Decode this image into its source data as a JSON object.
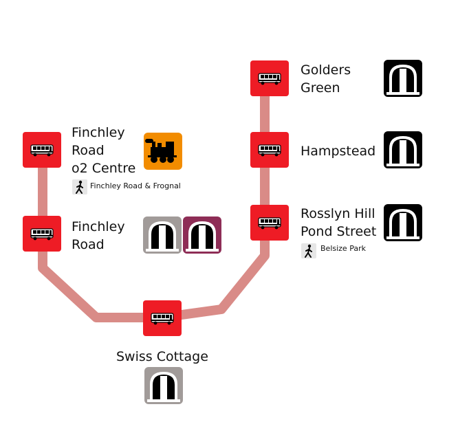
{
  "colors": {
    "route_line": "#d98b87",
    "bus_stop": "#ee1c25",
    "underground_icon_bg": "#000000",
    "jubilee_icon_bg": "#a19b99",
    "metropolitan_icon_bg": "#8e2d56",
    "rail_icon_bg": "#f28c00",
    "walk_icon_bg": "#e6e6e6"
  },
  "stops": [
    {
      "id": "golders-green",
      "name": "Golders\nGreen",
      "interchanges": [
        "underground-icon"
      ]
    },
    {
      "id": "hampstead",
      "name": "Hampstead",
      "interchanges": [
        "underground-icon"
      ]
    },
    {
      "id": "rosslyn-hill",
      "name": "Rosslyn Hill\nPond Street",
      "interchanges": [
        "underground-icon"
      ],
      "walk": "Belsize Park"
    },
    {
      "id": "finchley-road-o2",
      "name": "Finchley\nRoad\no2 Centre",
      "interchanges": [
        "steam-train-icon"
      ],
      "walk": "Finchley Road & Frognal"
    },
    {
      "id": "finchley-road",
      "name": "Finchley\nRoad",
      "interchanges": [
        "jubilee-underground-icon",
        "metropolitan-underground-icon"
      ]
    },
    {
      "id": "swiss-cottage",
      "name": "Swiss Cottage",
      "interchanges": [
        "jubilee-underground-icon"
      ]
    }
  ]
}
